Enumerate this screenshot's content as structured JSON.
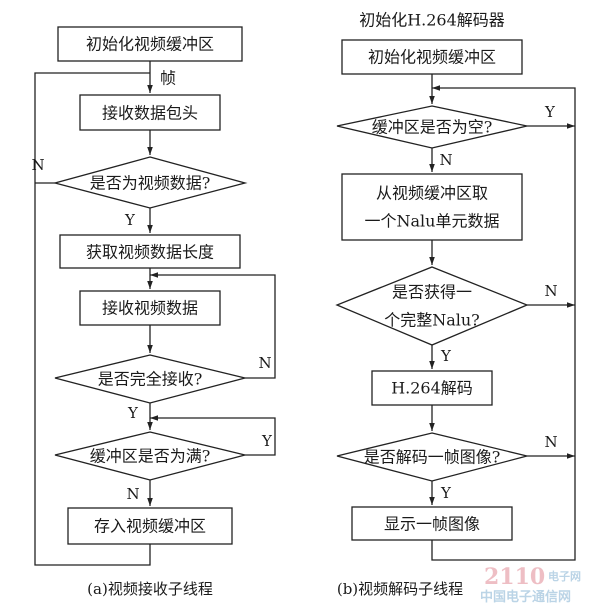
{
  "left_flow": {
    "init": "初始化视频缓冲区",
    "frame_label": "帧",
    "recv_header": "接收数据包头",
    "is_video": "是否为视频数据?",
    "get_length": "获取视频数据长度",
    "recv_video": "接收视频数据",
    "is_complete": "是否完全接收?",
    "is_full": "缓冲区是否为满?",
    "store": "存入视频缓冲区",
    "caption": "(a)视频接收子线程"
  },
  "right_flow": {
    "top_label": "初始化H.264解码器",
    "init": "初始化视频缓冲区",
    "is_empty": "缓冲区是否为空?",
    "fetch_line1": "从视频缓冲区取",
    "fetch_line2": "一个Nalu单元数据",
    "got_line1": "是否获得一",
    "got_line2": "个完整Nalu?",
    "decode": "H.264解码",
    "decoded_frame": "是否解码一帧图像?",
    "display": "显示一帧图像",
    "caption": "(b)视频解码子线程"
  },
  "flags": {
    "yes": "Y",
    "no": "N"
  },
  "watermark": {
    "digits": "2110",
    "cn_top": "电子网",
    "cn_bottom": "中国电子通信网"
  }
}
